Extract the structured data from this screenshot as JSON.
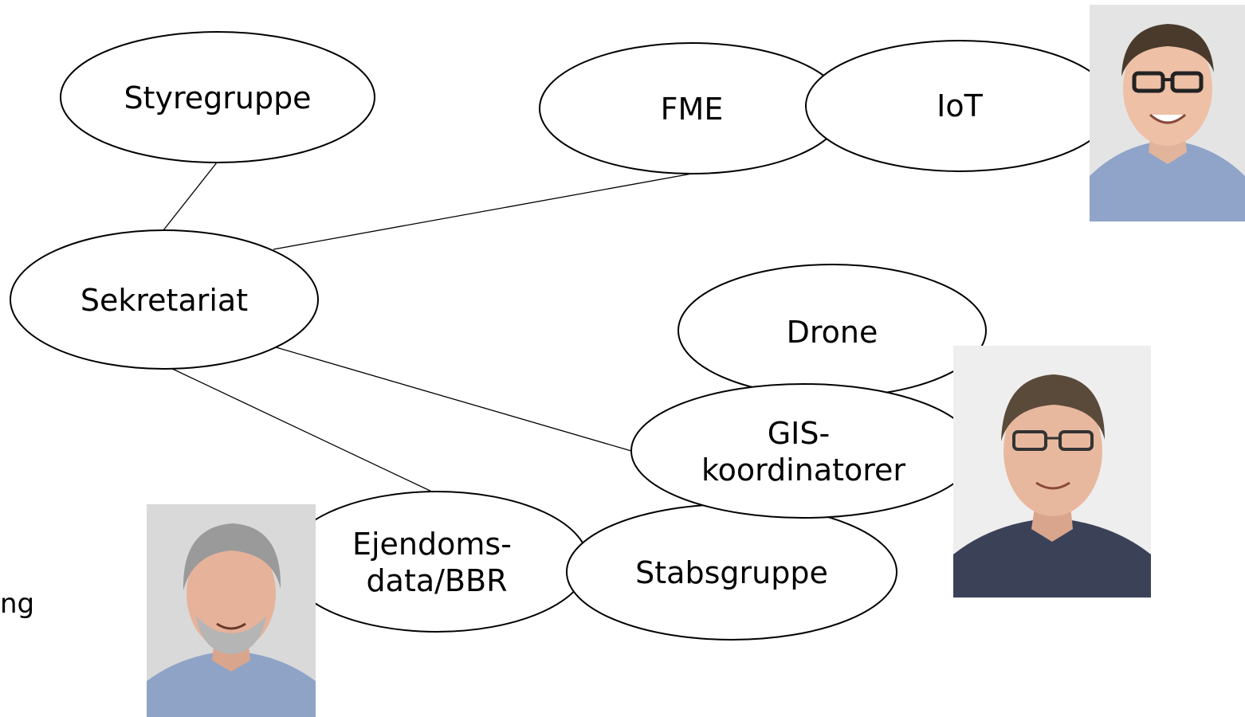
{
  "diagram": {
    "nodes": {
      "styregruppe": {
        "lines": [
          "Styregruppe"
        ]
      },
      "fme": {
        "lines": [
          "FME"
        ]
      },
      "iot": {
        "lines": [
          "IoT"
        ]
      },
      "sekretariat": {
        "lines": [
          "Sekretariat"
        ]
      },
      "drone": {
        "lines": [
          "Drone"
        ]
      },
      "gis": {
        "lines": [
          "GIS-",
          "koordinatorer"
        ]
      },
      "ejendom": {
        "lines": [
          "Ejendoms-",
          "data/BBR"
        ]
      },
      "stabsgruppe": {
        "lines": [
          "Stabsgruppe"
        ]
      }
    },
    "edges": [
      [
        "styregruppe",
        "sekretariat"
      ],
      [
        "sekretariat",
        "fme"
      ],
      [
        "sekretariat",
        "gis"
      ],
      [
        "sekretariat",
        "ejendom"
      ]
    ],
    "cut_text": "ng",
    "photos": [
      {
        "name": "person-photo-top-right",
        "background": "#e4e4e4",
        "shirt": "#8fa4c8",
        "hair": "#4a3a2c"
      },
      {
        "name": "person-photo-middle-right",
        "background": "#eeeeee",
        "shirt": "#3b4258",
        "hair": "#5a4a3a"
      },
      {
        "name": "person-photo-bottom-left",
        "background": "#d9d9d9",
        "shirt": "#8ea3c6",
        "hair": "#9a9a9a"
      }
    ]
  }
}
